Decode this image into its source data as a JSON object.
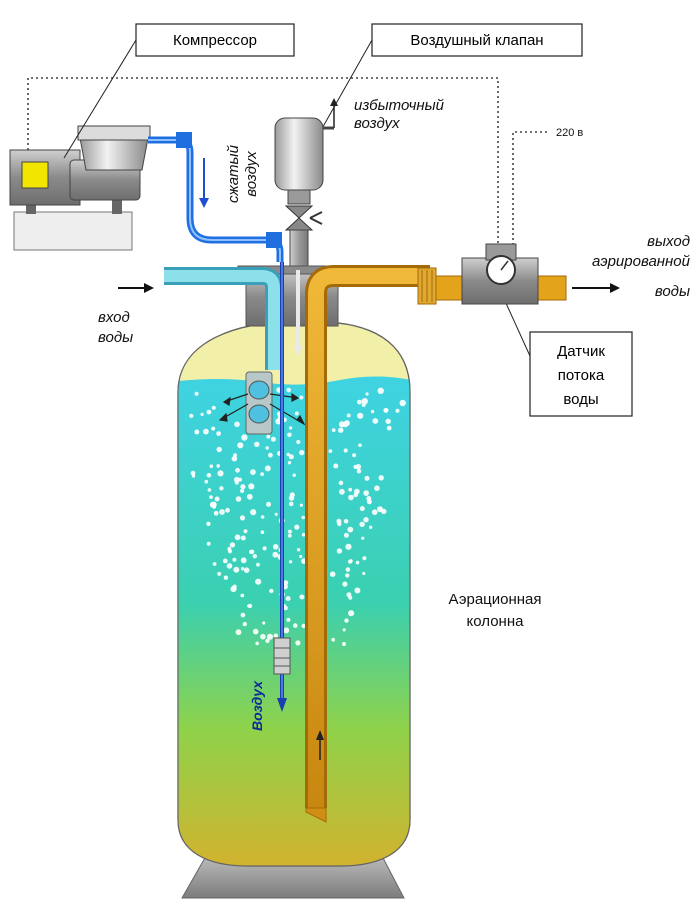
{
  "labels": {
    "compressor": "Компрессор",
    "air_valve": "Воздушный клапан",
    "excess_air_1": "избыточный",
    "excess_air_2": "воздух",
    "compressed_air_1": "сжатый",
    "compressed_air_2": "воздух",
    "voltage": "220 в",
    "water_in_1": "вход",
    "water_in_2": "воды",
    "water_out_1": "выход",
    "water_out_2": "аэрированной",
    "water_out_3": "воды",
    "flow_sensor_1": "Датчик",
    "flow_sensor_2": "потока",
    "flow_sensor_3": "воды",
    "column_1": "Аэрационная",
    "column_2": "колонна",
    "air": "Воздух"
  },
  "colors": {
    "water_top": "#3fd3e3",
    "water_bottom": "#c8d43a",
    "headspace": "#f2f0a8",
    "pipe_orange": "#e3a31a",
    "pipe_blue": "#1f6fe0",
    "inlet_cyan": "#5cc8d8",
    "metal_gray": "#9a9a9a",
    "indicator_yellow": "#f2e600"
  }
}
